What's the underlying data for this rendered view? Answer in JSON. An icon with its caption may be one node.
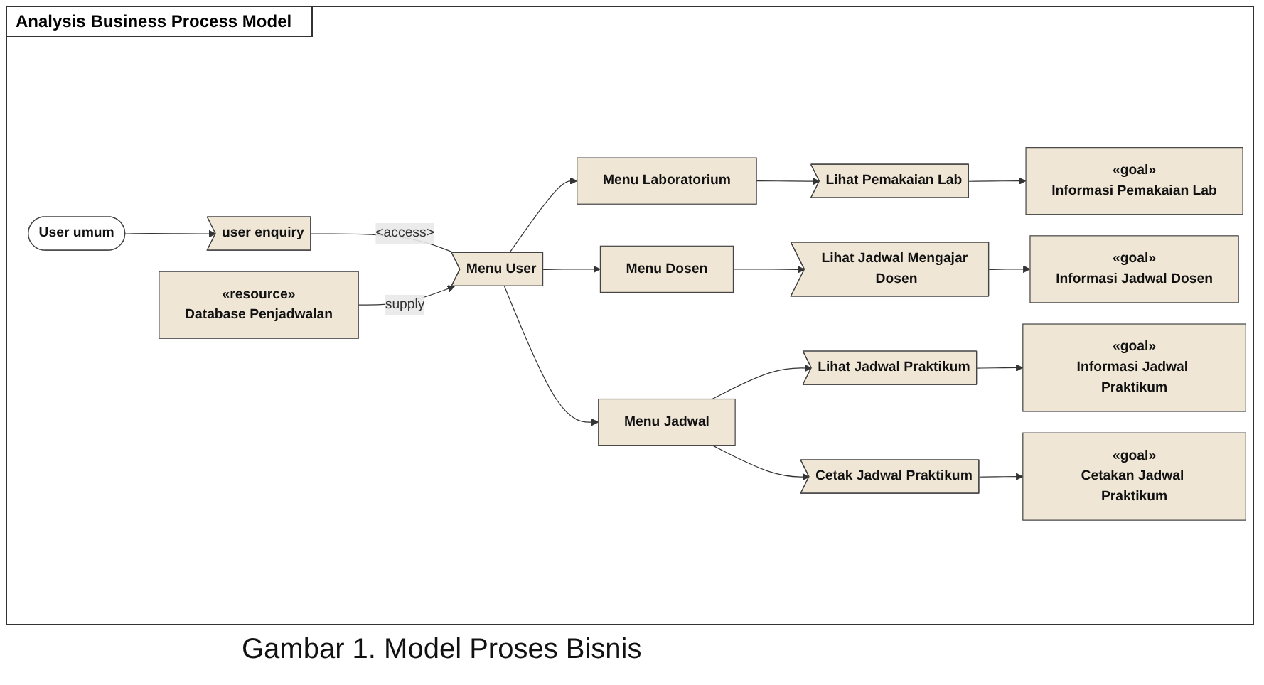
{
  "diagram": {
    "title": "Analysis Business Process Model",
    "caption": "Gambar 1. Model Proses Bisnis",
    "nodes": [
      {
        "text": [
          "User umum"
        ]
      },
      {
        "text": [
          "user enquiry"
        ]
      },
      {
        "text": [
          "«resource»",
          "Database Penjadwalan"
        ]
      },
      {
        "text": [
          "Menu User"
        ]
      },
      {
        "text": [
          "Menu Laboratorium"
        ]
      },
      {
        "text": [
          "Lihat Pemakaian Lab"
        ]
      },
      {
        "text": [
          "«goal»",
          "Informasi Pemakaian Lab"
        ]
      },
      {
        "text": [
          "Menu Dosen"
        ]
      },
      {
        "text": [
          "Lihat Jadwal Mengajar Dosen"
        ]
      },
      {
        "text": [
          "«goal»",
          "Informasi Jadwal Dosen"
        ]
      },
      {
        "text": [
          "Menu Jadwal"
        ]
      },
      {
        "text": [
          "Lihat Jadwal Praktikum"
        ]
      },
      {
        "text": [
          "«goal»",
          "Informasi Jadwal Praktikum"
        ]
      },
      {
        "text": [
          "Cetak Jadwal Praktikum"
        ]
      },
      {
        "text": [
          "«goal»",
          "Cetakan Jadwal Praktikum"
        ]
      }
    ],
    "edges": [
      {
        "from": 0,
        "to": 1,
        "arrow": "to"
      },
      {
        "from": 1,
        "to": 3,
        "arrow": "none",
        "label": "<access>"
      },
      {
        "from": 2,
        "to": 3,
        "arrow": "to",
        "label": "supply"
      },
      {
        "from": 3,
        "to": 4,
        "arrow": "to"
      },
      {
        "from": 3,
        "to": 7,
        "arrow": "to"
      },
      {
        "from": 3,
        "to": 10,
        "arrow": "to"
      },
      {
        "from": 4,
        "to": 5,
        "arrow": "to"
      },
      {
        "from": 5,
        "to": 6,
        "arrow": "to"
      },
      {
        "from": 7,
        "to": 8,
        "arrow": "to"
      },
      {
        "from": 8,
        "to": 9,
        "arrow": "to"
      },
      {
        "from": 10,
        "to": 11,
        "arrow": "to"
      },
      {
        "from": 11,
        "to": 12,
        "arrow": "to"
      },
      {
        "from": 10,
        "to": 13,
        "arrow": "to"
      },
      {
        "from": 13,
        "to": 14,
        "arrow": "to"
      }
    ]
  }
}
